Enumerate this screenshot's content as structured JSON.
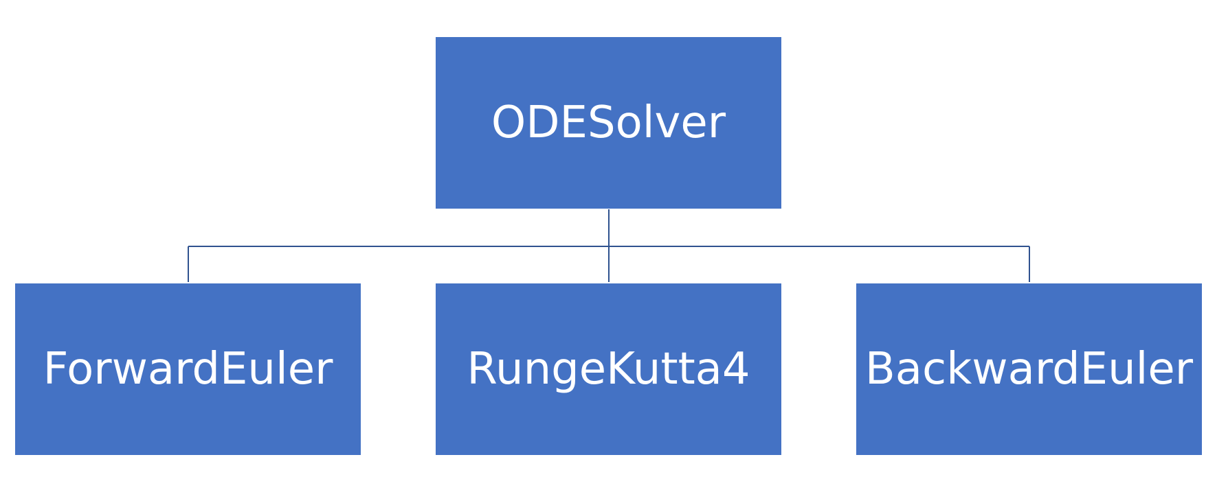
{
  "diagram": {
    "root": {
      "label": "ODESolver"
    },
    "children": [
      {
        "label": "ForwardEuler"
      },
      {
        "label": "RungeKutta4"
      },
      {
        "label": "BackwardEuler"
      }
    ],
    "colors": {
      "node_fill": "#4472c4",
      "node_text": "#ffffff",
      "connector": "#2f528f"
    }
  }
}
